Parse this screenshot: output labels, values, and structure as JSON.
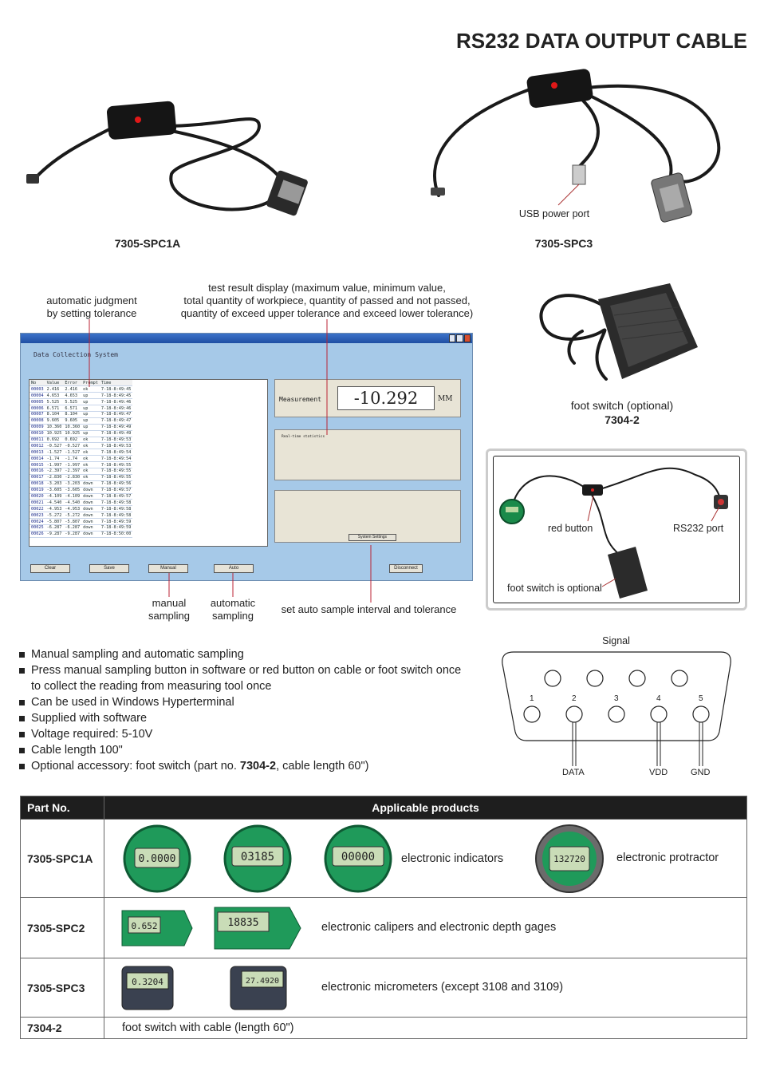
{
  "title": "RS232 DATA OUTPUT CABLE",
  "products": {
    "cable1": "7305-SPC1A",
    "cable3": "7305-SPC3",
    "usb_label": "USB power port",
    "foot_label": "foot switch (optional)",
    "foot_part": "7304-2"
  },
  "setup_diagram": {
    "red_button": "red button",
    "rs232_port": "RS232 port",
    "foot_optional": "foot switch is optional"
  },
  "software": {
    "callout_auto": [
      "automatic judgment",
      "by setting tolerance"
    ],
    "callout_stats": [
      "test result display (maximum value, minimum value,",
      "total quantity of workpiece, quantity of passed and not passed,",
      "quantity of exceed upper tolerance and exceed lower tolerance)"
    ],
    "callout_manual": [
      "manual",
      "sampling"
    ],
    "callout_automatic": [
      "automatic",
      "sampling"
    ],
    "callout_interval": "set auto sample interval and tolerance",
    "window_title": "Data Collection System",
    "measurement_label": "Measurement",
    "measurement_value": "-10.292",
    "measurement_unit": "MM",
    "stats_title": "Real-time statistics",
    "buttons": [
      "Clear",
      "Save",
      "Manual",
      "Auto"
    ],
    "disconnect": "Disconnect",
    "system_settings": "System Settings",
    "columns": [
      "No",
      "Value",
      "Error",
      "Prompt",
      "Time"
    ],
    "rows": [
      [
        "00003",
        "2.416",
        "2.416",
        "ok",
        "7-18-8:49:45"
      ],
      [
        "00004",
        "4.653",
        "4.653",
        "up",
        "7-18-8:49:45"
      ],
      [
        "00005",
        "5.525",
        "5.525",
        "up",
        "7-18-8:49:46"
      ],
      [
        "00006",
        "6.571",
        "6.571",
        "up",
        "7-18-8:49:46"
      ],
      [
        "00007",
        "8.104",
        "8.104",
        "up",
        "7-18-8:49:47"
      ],
      [
        "00008",
        "9.605",
        "9.605",
        "up",
        "7-18-8:49:47"
      ],
      [
        "00009",
        "10.360",
        "10.360",
        "up",
        "7-18-8:49:49"
      ],
      [
        "00010",
        "10.925",
        "10.925",
        "up",
        "7-18-8:49:49"
      ],
      [
        "00011",
        "0.692",
        "0.692",
        "ok",
        "7-18-8:49:53"
      ],
      [
        "00012",
        "-0.527",
        "-0.527",
        "ok",
        "7-18-8:49:53"
      ],
      [
        "00013",
        "-1.527",
        "-1.527",
        "ok",
        "7-18-8:49:54"
      ],
      [
        "00014",
        "-1.74",
        "-1.74",
        "ok",
        "7-18-8:49:54"
      ],
      [
        "00015",
        "-1.997",
        "-1.997",
        "ok",
        "7-18-8:49:55"
      ],
      [
        "00016",
        "-2.397",
        "-2.397",
        "ok",
        "7-18-8:49:55"
      ],
      [
        "00017",
        "-2.830",
        "-2.830",
        "ok",
        "7-18-8:49:55"
      ],
      [
        "00018",
        "-3.203",
        "-3.203",
        "down",
        "7-18-8:49:56"
      ],
      [
        "00019",
        "-3.605",
        "-3.605",
        "down",
        "7-18-8:49:57"
      ],
      [
        "00020",
        "-4.109",
        "-4.109",
        "down",
        "7-18-8:49:57"
      ],
      [
        "00021",
        "-4.540",
        "-4.540",
        "down",
        "7-18-8:49:58"
      ],
      [
        "00022",
        "-4.953",
        "-4.953",
        "down",
        "7-18-8:49:58"
      ],
      [
        "00023",
        "-5.272",
        "-5.272",
        "down",
        "7-18-8:49:58"
      ],
      [
        "00024",
        "-5.807",
        "-5.807",
        "down",
        "7-18-8:49:59"
      ],
      [
        "00025",
        "-6.287",
        "-6.287",
        "down",
        "7-18-8:49:59"
      ],
      [
        "00026",
        "-9.287",
        "-9.287",
        "down",
        "7-18-8:50:00"
      ]
    ]
  },
  "features": [
    "Manual sampling and automatic sampling",
    "Press manual sampling button in software or red button on cable or foot switch once",
    "to collect the reading from measuring tool once",
    "Can be used in Windows Hyperterminal",
    "Supplied with software",
    "Voltage required: 5-10V",
    "Cable length 100\"",
    "Optional accessory: foot switch (part no. ",
    "7304-2",
    ", cable length 60\")"
  ],
  "connector": {
    "signal": "Signal",
    "pins": [
      "1",
      "2",
      "3",
      "4",
      "5"
    ],
    "data": "DATA",
    "vdd": "VDD",
    "gnd": "GND"
  },
  "parts_table": {
    "header_part": "Part No.",
    "header_products": "Applicable products",
    "rows": [
      {
        "part": "7305-SPC1A",
        "text1": "electronic indicators",
        "text2": "electronic protractor"
      },
      {
        "part": "7305-SPC2",
        "text1": "electronic calipers and electronic depth gages"
      },
      {
        "part": "7305-SPC3",
        "text1": "electronic micrometers (except 3108 and 3109)"
      },
      {
        "part": "7304-2",
        "text1": "foot switch with cable (length 60\")"
      }
    ]
  },
  "device_readings": [
    "0.0000",
    "03185",
    "00000",
    "132720",
    "0.652",
    "18835",
    "0.3204",
    "27.4920"
  ]
}
